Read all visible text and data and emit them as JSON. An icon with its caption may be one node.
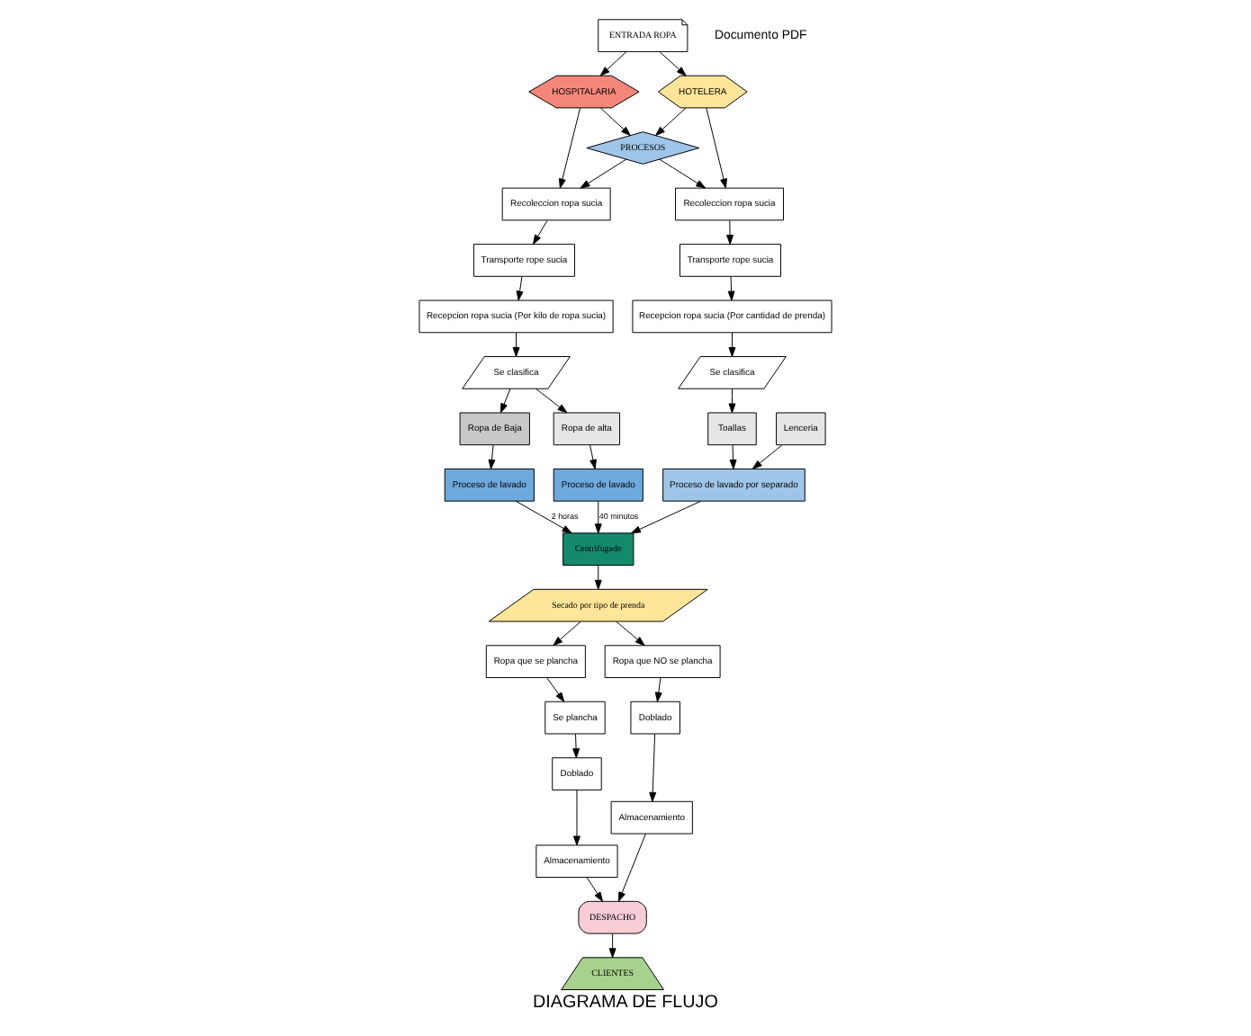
{
  "diagram": {
    "title": "DIAGRAMA DE FLUJO",
    "nodes": [
      {
        "text": [
          "ENTRADA ROPA"
        ]
      },
      {
        "text": [
          "HOSPITALARIA"
        ]
      },
      {
        "text": [
          "HOTELERA"
        ]
      },
      {
        "text": [
          "PROCESOS"
        ]
      },
      {
        "text": [
          "Recoleccion ropa sucia"
        ]
      },
      {
        "text": [
          "Transporte rope sucia"
        ]
      },
      {
        "text": [
          "Recepcion ropa sucia (Por kilo de ropa sucia)"
        ]
      },
      {
        "text": [
          "Recoleccion ropa sucia"
        ]
      },
      {
        "text": [
          "Transporte rope sucia"
        ]
      },
      {
        "text": [
          "Recepcion ropa sucia (Por cantidad de prenda)"
        ]
      },
      {
        "text": [
          "Se clasifica"
        ]
      },
      {
        "text": [
          "Ropa de alta"
        ]
      },
      {
        "text": [
          "Proceso de lavado"
        ]
      },
      {
        "text": [
          "Ropa de Baja"
        ]
      },
      {
        "text": [
          "Proceso de lavado"
        ]
      },
      {
        "text": [
          "Centrifugado"
        ]
      },
      {
        "text": [
          "Se clasifica"
        ]
      },
      {
        "text": [
          "Toallas"
        ]
      },
      {
        "text": [
          "Proceso de lavado por separado"
        ]
      },
      {
        "text": [
          "Lenceria"
        ]
      },
      {
        "text": [
          "Secado por tipo de prenda"
        ]
      },
      {
        "text": [
          "Ropa que se plancha"
        ]
      },
      {
        "text": [
          "Se plancha"
        ]
      },
      {
        "text": [
          "Doblado"
        ]
      },
      {
        "text": [
          "Almacenamiento"
        ]
      },
      {
        "text": [
          "Ropa que NO se plancha"
        ]
      },
      {
        "text": [
          "Doblado"
        ]
      },
      {
        "text": [
          "Almacenamiento"
        ]
      },
      {
        "text": [
          "DESPACHO"
        ]
      },
      {
        "text": [
          "CLIENTES"
        ]
      }
    ],
    "edges": [
      {
        "from": 0,
        "to": 1,
        "arrow": "to"
      },
      {
        "from": 0,
        "to": 2,
        "arrow": "to"
      },
      {
        "from": 1,
        "to": 4,
        "arrow": "to"
      },
      {
        "from": 2,
        "to": 7,
        "arrow": "to"
      },
      {
        "from": 1,
        "to": 3,
        "arrow": "to"
      },
      {
        "from": 2,
        "to": 3,
        "arrow": "to"
      },
      {
        "from": 3,
        "to": 4,
        "arrow": "to"
      },
      {
        "from": 3,
        "to": 7,
        "arrow": "to"
      },
      {
        "from": 4,
        "to": 5,
        "arrow": "to"
      },
      {
        "from": 5,
        "to": 6,
        "arrow": "to"
      },
      {
        "from": 7,
        "to": 8,
        "arrow": "to"
      },
      {
        "from": 8,
        "to": 9,
        "arrow": "to"
      },
      {
        "from": 6,
        "to": 10,
        "arrow": "to"
      },
      {
        "from": 9,
        "to": 16,
        "arrow": "to"
      },
      {
        "from": 10,
        "to": 11,
        "arrow": "to"
      },
      {
        "from": 10,
        "to": 13,
        "arrow": "to"
      },
      {
        "from": 11,
        "to": 12,
        "arrow": "to"
      },
      {
        "from": 12,
        "to": 15,
        "arrow": "to",
        "label": "40 minutos"
      },
      {
        "from": 13,
        "to": 14,
        "arrow": "to"
      },
      {
        "from": 14,
        "to": 15,
        "arrow": "to",
        "label": "2 horas"
      },
      {
        "from": 16,
        "to": 17,
        "arrow": "to"
      },
      {
        "from": 17,
        "to": 18,
        "arrow": "to"
      },
      {
        "from": 19,
        "to": 18,
        "arrow": "to"
      },
      {
        "from": 18,
        "to": 15,
        "arrow": "to"
      },
      {
        "from": 15,
        "to": 20,
        "arrow": "to"
      },
      {
        "from": 20,
        "to": 21,
        "arrow": "to"
      },
      {
        "from": 20,
        "to": 25,
        "arrow": "to"
      },
      {
        "from": 21,
        "to": 22,
        "arrow": "to"
      },
      {
        "from": 22,
        "to": 23,
        "arrow": "to"
      },
      {
        "from": 23,
        "to": 24,
        "arrow": "to"
      },
      {
        "from": 25,
        "to": 26,
        "arrow": "to"
      },
      {
        "from": 26,
        "to": 27,
        "arrow": "to"
      },
      {
        "from": 24,
        "to": 28,
        "arrow": "to"
      },
      {
        "from": 27,
        "to": 28,
        "arrow": "to"
      },
      {
        "from": 28,
        "to": 29,
        "arrow": "to"
      }
    ],
    "labels": [
      "Documento PDF"
    ]
  }
}
